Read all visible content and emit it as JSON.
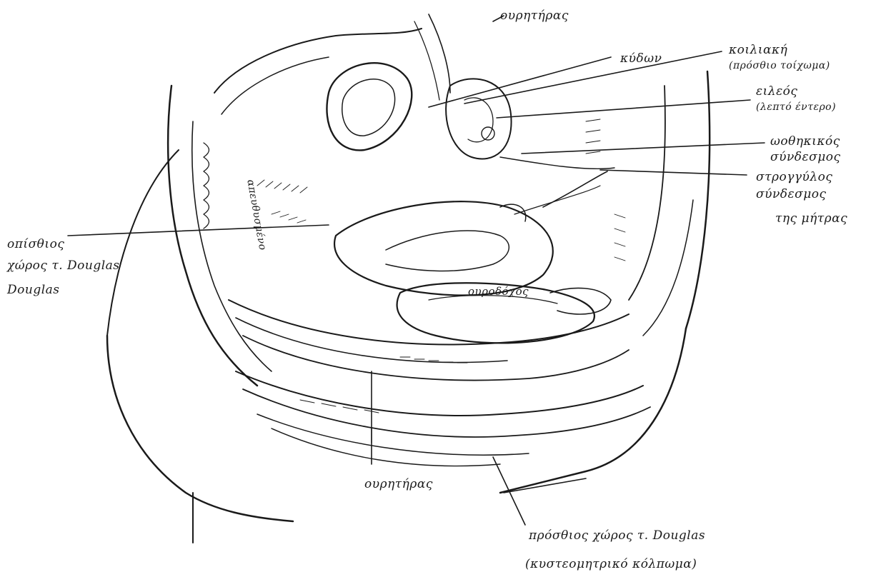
{
  "labels": {
    "ourethras_top": "ουρητήρας",
    "kydos": "κύδων",
    "koiliaki": "κοιλιακή",
    "koiliaki_sub": "(πρόσθιο τοίχωμα)",
    "eileos": "ειλεός",
    "eileos_sub": "(λεπτό έντερο)",
    "aortikos": "ωοθηκικός",
    "aortikos_sub": "σύνδεσμος",
    "strongylos": "στρογγύλος",
    "strongylos_sub1": "σύνδεσμος",
    "strongylos_sub2": "της μήτρας",
    "opisthios": "οπίσθιος",
    "opisthios_sub1": "χώρος τ. Douglas",
    "opisthios_sub2": "Douglas",
    "pounta": "ουροδόχος",
    "ourethras_bottom": "ουρητήρας",
    "prosthios": "πρόσθιος χώρος τ. Douglas",
    "prosthios_sub": "(κυστεομητρικό κόλπωμα)",
    "oisofagio": "απευθυσμένο"
  },
  "colors": {
    "ink": "#1a1a1a",
    "paper": "#ffffff"
  }
}
